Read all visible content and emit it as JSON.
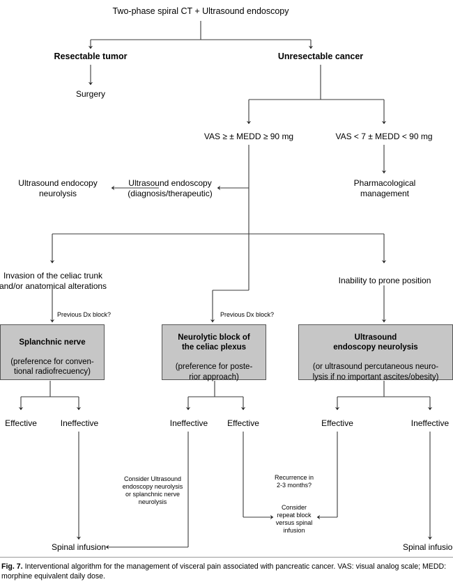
{
  "figure": {
    "label": "Fig. 7.",
    "caption": "Interventional algorithm for the management of visceral pain associated with pancreatic cancer. VAS: visual analog scale; MEDD: morphine equivalent daily dose."
  },
  "colors": {
    "box_fill": "#c6c6c6",
    "box_border": "#555555",
    "line": "#3a3a3a",
    "text": "#000000",
    "background": "#ffffff"
  },
  "nodes": {
    "root": "Two-phase spiral CT + Ultrasound endoscopy",
    "resectable": "Resectable tumor",
    "unresectable": "Unresectable cancer",
    "surgery": "Surgery",
    "vas_high": "VAS ≥ ± MEDD ≥ 90 mg",
    "vas_low": "VAS < 7 ± MEDD < 90 mg",
    "us_endoscopy": "Ultrasound endoscopy\n(diagnosis/therapeutic)",
    "us_neurolysis": "Ultrasound endocopy\nneurolysis",
    "pharmacological": "Pharmacological\nmanagement",
    "invasion": "Invasion of the celiac trunk\nand/or anatomical alterations",
    "inability": "Inability to prone position",
    "prev_dx_left": "Previous Dx block?",
    "prev_dx_mid": "Previous Dx block?",
    "box_splanchnic": "Splanchnic nerve",
    "box_splanchnic_sub": "(preference for conven-\ntional radiofrecuency)",
    "box_neurolytic": "Neurolytic block of\nthe celiac plexus",
    "box_neurolytic_sub": "(preference for poste-\nrior approach)",
    "box_ultrasound": "Ultrasound\nendoscopy neurolysis",
    "box_ultrasound_sub": "(or ultrasound percutaneous neuro-\nlysis if no important ascites/obesity)",
    "eff_left": "Effective",
    "ineff_left": "Ineffective",
    "ineff_mid": "Ineffective",
    "eff_mid": "Effective",
    "eff_right": "Effective",
    "ineff_right": "Ineffective",
    "consider_us": "Consider Ultrasound\nendoscopy neurolysis\nor splanchnic nerve\nneurolysis",
    "recurrence": "Recurrence in\n2-3 months?",
    "consider_repeat": "Consider\nrepeat block\nversus spinal\ninfusion",
    "spinal_left": "Spinal infusion",
    "spinal_right": "Spinal infusion"
  }
}
